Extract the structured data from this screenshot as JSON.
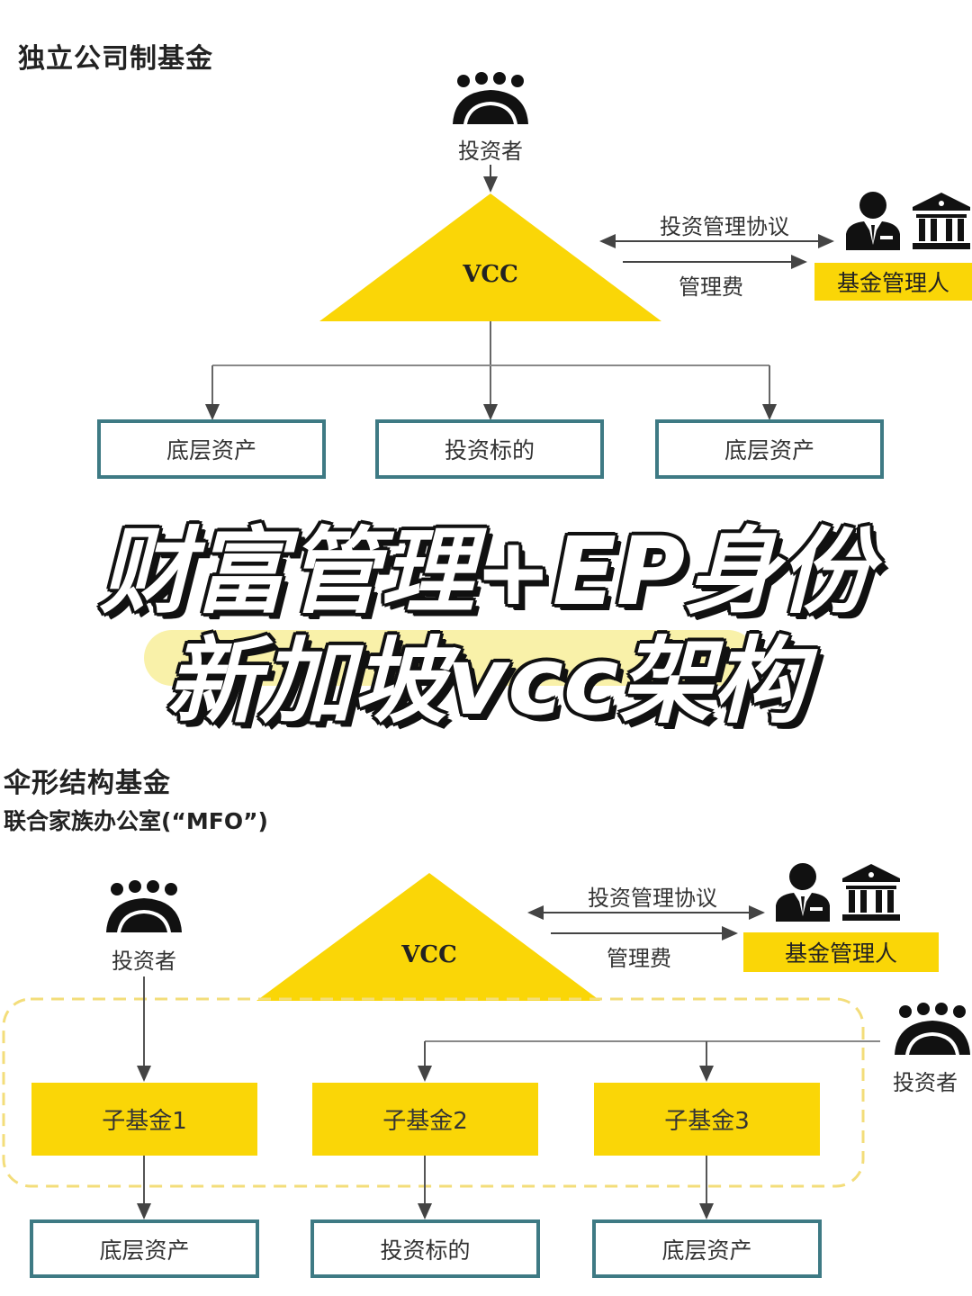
{
  "top": {
    "title": "独立公司制基金",
    "investor": "投资者",
    "vcc": "VCC",
    "agreement": "投资管理协议",
    "fee": "管理费",
    "manager": "基金管理人",
    "boxes": [
      "底层资产",
      "投资标的",
      "底层资产"
    ]
  },
  "banner": {
    "line1": "财富管理+EP身份",
    "line2": "新加坡vcc架构"
  },
  "bottom": {
    "title": "伞形结构基金",
    "subtitle": "联合家族办公室(“MFO”)",
    "investor_left": "投资者",
    "investor_right": "投资者",
    "vcc": "VCC",
    "agreement": "投资管理协议",
    "fee": "管理费",
    "manager": "基金管理人",
    "subfunds": [
      "子基金1",
      "子基金2",
      "子基金3"
    ],
    "boxes": [
      "底层资产",
      "投资标的",
      "底层资产"
    ]
  },
  "colors": {
    "accent_yellow": "#fad607",
    "box_border": "#3e7a84",
    "text": "#222222"
  }
}
